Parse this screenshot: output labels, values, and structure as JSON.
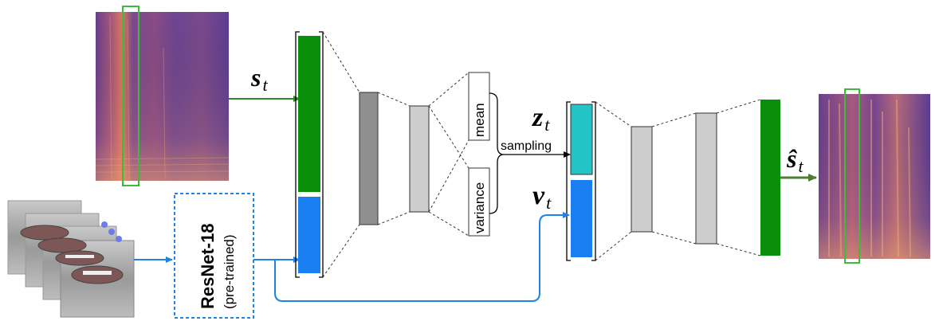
{
  "labels": {
    "s_t": "s",
    "s_t_sub": "t",
    "z_t": "z",
    "z_t_sub": "t",
    "v_t": "v",
    "v_t_sub": "t",
    "s_hat": "ŝ",
    "s_hat_sub": "t",
    "mean": "mean",
    "variance": "variance",
    "sampling": "sampling",
    "resnet_title": "ResNet-18",
    "resnet_sub": "(pre-trained)"
  },
  "colors": {
    "green": "#0a8f0a",
    "blue": "#1a7ff0",
    "cyan": "#23c4c6",
    "dark_gray": "#8f8f8f",
    "light_gray": "#cdcdcd",
    "arrow_green": "#2b8a2b",
    "arrow_blue": "#1f82e6",
    "output_arrow": "#4c7d33",
    "dots": "#6f7bea"
  },
  "icons": {
    "lips_image": "grayscale-mouth-frames",
    "spectrogram": "mel-spectrogram"
  }
}
